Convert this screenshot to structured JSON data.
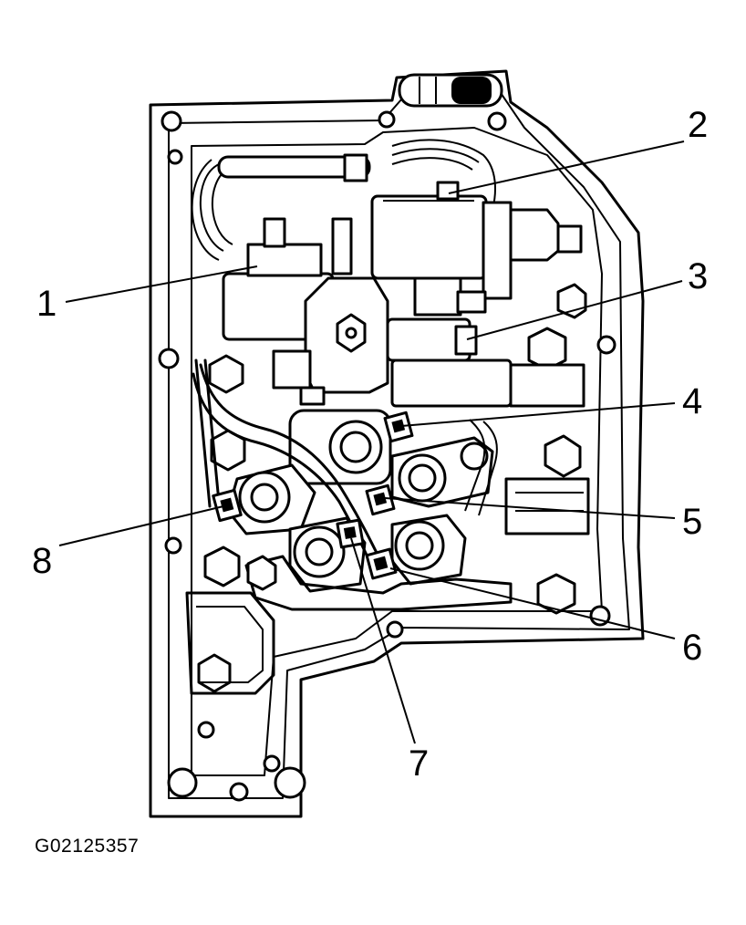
{
  "figure_id": "G02125357",
  "callouts": [
    {
      "number": "1"
    },
    {
      "number": "2"
    },
    {
      "number": "3"
    },
    {
      "number": "4"
    },
    {
      "number": "5"
    },
    {
      "number": "6"
    },
    {
      "number": "7"
    },
    {
      "number": "8"
    }
  ],
  "colors": {
    "line": "#000000",
    "background": "#ffffff"
  }
}
